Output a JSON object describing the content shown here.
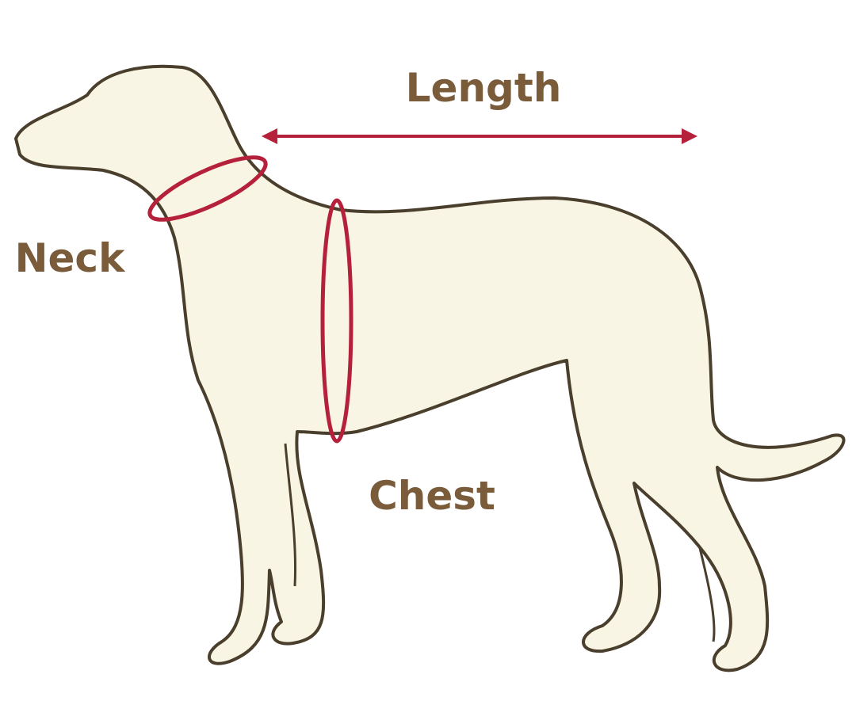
{
  "labels": {
    "length": "Length",
    "neck": "Neck",
    "chest": "Chest"
  },
  "colors": {
    "body_fill": "#f9f5e4",
    "outline": "#4a3e2c",
    "measure": "#b5203a",
    "text": "#7a5c3a"
  }
}
